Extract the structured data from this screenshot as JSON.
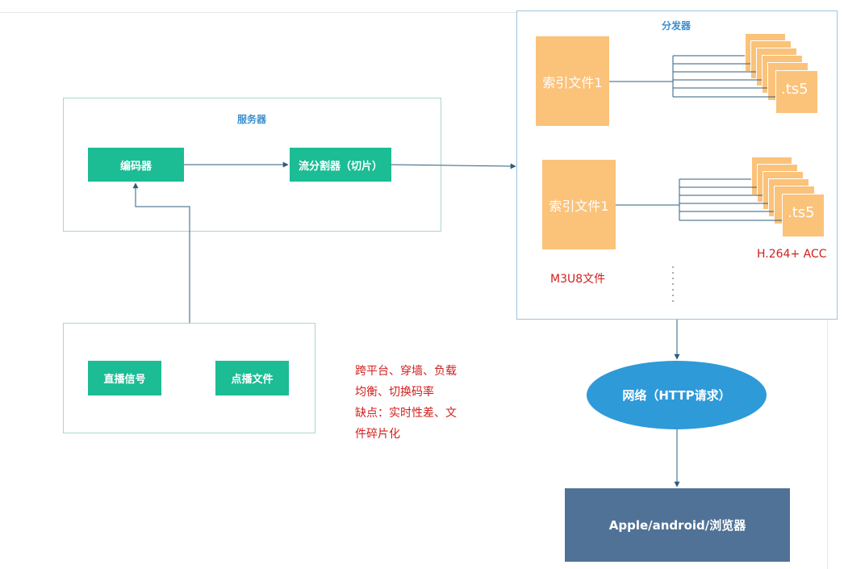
{
  "server": {
    "title": "服务器",
    "encoder": "编码器",
    "segmenter": "流分割器（切片）"
  },
  "sources": {
    "live": "直播信号",
    "vod": "点播文件"
  },
  "distributor": {
    "title": "分发器",
    "index_file_1": "索引文件1",
    "index_file_2": "索引文件1",
    "ts_label_1": ".ts5",
    "ts_label_2": ".ts5",
    "m3u8_label": "M3U8文件",
    "codec_label": "H.264+ ACC"
  },
  "notes": {
    "line1": "跨平台、穿墙、负载",
    "line2": "均衡、切换码率",
    "line3": "缺点：实时性差、文",
    "line4": "件碎片化"
  },
  "network": "网络（HTTP请求）",
  "clients": "Apple/android/浏览器",
  "colors": {
    "green": "#1cbc95",
    "orange": "#fbc27a",
    "blue": "#2e9ad8",
    "slate": "#507296",
    "red": "#d0201e",
    "title_blue": "#3a8fcf"
  }
}
